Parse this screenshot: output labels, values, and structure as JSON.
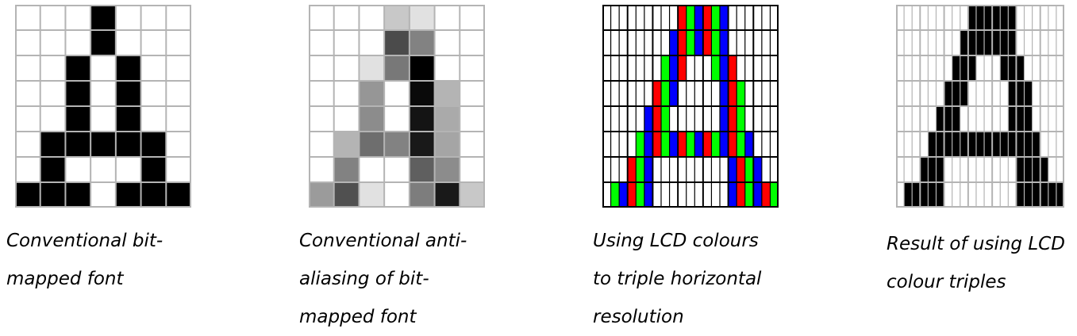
{
  "colors": {
    "background": "#ffffff",
    "ink": "#000000",
    "gray_grid": "#b4b4b4",
    "dark_grid": "#000000",
    "lcd_red": "#ff0000",
    "lcd_green": "#00ff00",
    "lcd_blue": "#0000ff"
  },
  "panels": [
    {
      "id": "bitmap",
      "caption": [
        "Conventional bit-",
        "mapped font"
      ],
      "cols": 7,
      "rows": 8,
      "cells": [
        "...#...",
        "...#...",
        "..#.#..",
        "..#.#..",
        "..#.#..",
        ".#####.",
        ".#...#.",
        "###.###"
      ]
    },
    {
      "id": "antialias",
      "caption": [
        "Conventional anti-",
        "aliasing of bit-",
        "mapped font"
      ],
      "cols": 7,
      "rows": 8,
      "shades": [
        [
          255,
          255,
          255,
          200,
          225,
          255,
          255
        ],
        [
          255,
          255,
          255,
          75,
          130,
          255,
          255
        ],
        [
          255,
          255,
          225,
          120,
          0,
          255,
          255
        ],
        [
          255,
          255,
          150,
          255,
          10,
          180,
          255
        ],
        [
          255,
          255,
          140,
          255,
          20,
          170,
          255
        ],
        [
          255,
          180,
          110,
          130,
          25,
          165,
          255
        ],
        [
          255,
          130,
          255,
          255,
          95,
          140,
          255
        ],
        [
          155,
          80,
          225,
          255,
          125,
          25,
          200
        ]
      ]
    },
    {
      "id": "lcd",
      "caption": [
        "Using LCD colours",
        "to triple horizontal",
        "resolution"
      ],
      "cols": 7,
      "rows": 8,
      "subpixels": [
        ".........RGBRGB......",
        "........BRGBRGB......",
        ".......GBR...GBR.....",
        "......RGB.....BRG....",
        ".....BRG......BRG....",
        "....GBRGBRGBRGBRGB...",
        "...RGB.........BRGB..",
        ".GBRGB.........BRGBRG"
      ]
    },
    {
      "id": "result",
      "caption": [
        "Result of using LCD",
        "colour triples"
      ],
      "cols": 7,
      "rows": 8,
      "subpixels": [
        ".........RGBRGB......",
        "........BRGBRGB......",
        ".......GBR...GBR.....",
        "......RGB.....BRG....",
        ".....BRG......BRG....",
        "....GBRGBRGBRGBRGB...",
        "...RGB.........BRGB..",
        ".GBRGB.........BRGBRG"
      ]
    }
  ]
}
